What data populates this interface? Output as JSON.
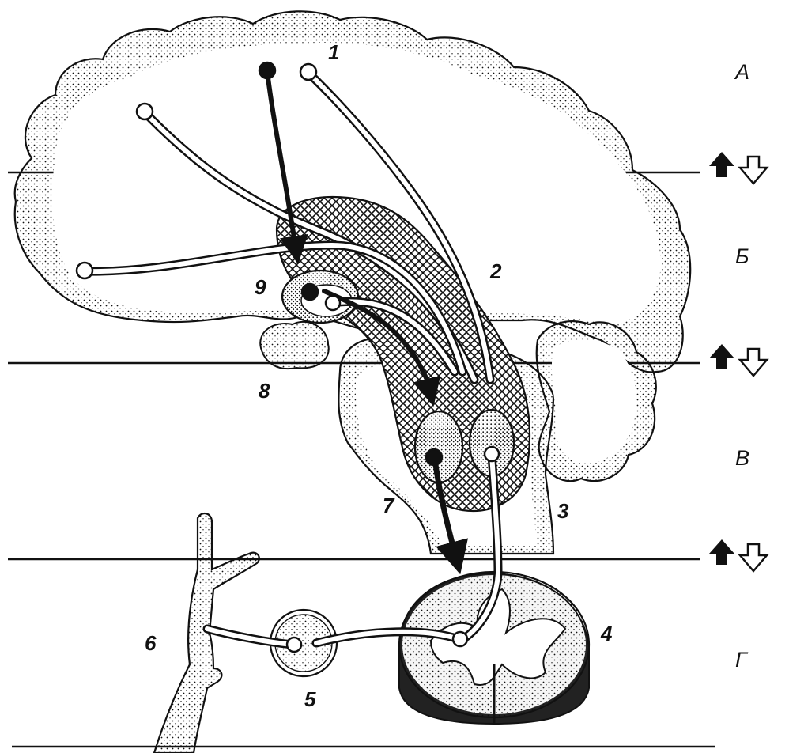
{
  "diagram": {
    "zone_labels": {
      "a": "А",
      "b": "Б",
      "v": "В",
      "g": "Г"
    },
    "part_labels": {
      "n1": "1",
      "n2": "2",
      "n3": "3",
      "n4": "4",
      "n5": "5",
      "n6": "6",
      "n7": "7",
      "n8": "8",
      "n9": "9"
    },
    "colors": {
      "ink": "#111111",
      "background": "#ffffff"
    }
  }
}
